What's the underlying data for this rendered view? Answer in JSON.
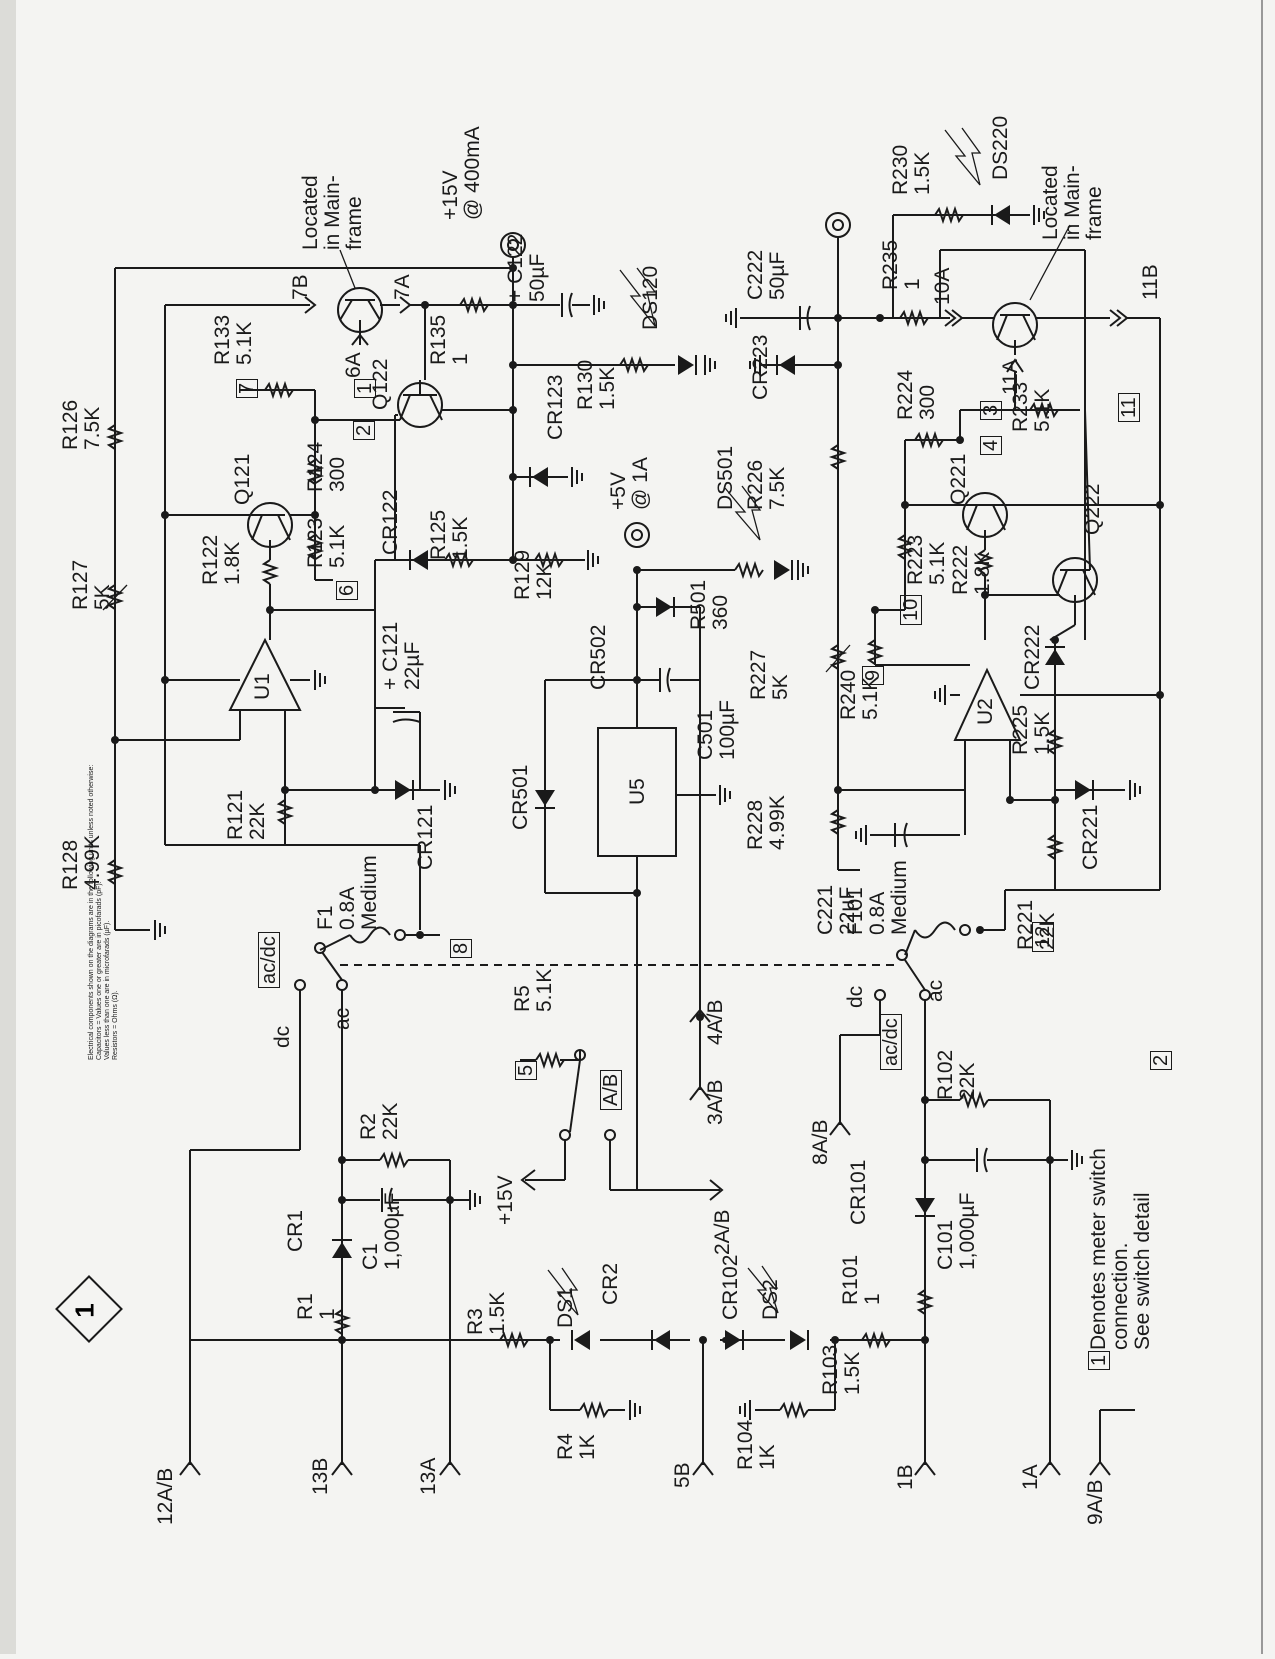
{
  "diagram": {
    "figure_number": "1",
    "notes": [
      "Electrical components shown on the diagrams are in the following units unless noted otherwise:",
      "Capacitors  =  Values one or greater are in picofarads (pF).",
      "Values less than one are in microfarads (µF).",
      "Resistors  =  Ohms (Ω)."
    ],
    "legend": {
      "marker": "1",
      "lines": [
        "Denotes meter switch",
        "connection.",
        "See switch detail"
      ],
      "detail_ref": "2"
    },
    "connectors": [
      "12A/B",
      "13B",
      "13A",
      "5B",
      "1B",
      "1A",
      "9A/B",
      "2A/B",
      "3A/B",
      "4A/B",
      "8A/B",
      "7B",
      "7A",
      "6A",
      "10A",
      "11A",
      "11B"
    ],
    "switch_markers": [
      "1",
      "2",
      "3",
      "4",
      "5",
      "6",
      "7",
      "8",
      "9",
      "10",
      "11",
      "12"
    ],
    "supplies": [
      {
        "voltage": "+15V",
        "current": "@ 400mA"
      },
      {
        "voltage": "+5V",
        "current": "@ 1A"
      }
    ],
    "switch_labels": {
      "acdc_top": "ac/dc",
      "dc_top": "dc",
      "ac_top": "ac",
      "acdc_bottom": "ac/dc",
      "dc_bottom": "dc",
      "ac_bottom": "ac",
      "ab": "A/B",
      "plus15v": "+15V"
    },
    "located_notes": [
      {
        "lines": [
          "Located",
          "in Main-",
          "frame"
        ]
      },
      {
        "lines": [
          "Located",
          "in Main-",
          "frame"
        ]
      }
    ],
    "components": {
      "R1": [
        "R1",
        "1"
      ],
      "R2": [
        "R2",
        "22K"
      ],
      "R3": [
        "R3",
        "1.5K"
      ],
      "R4": [
        "R4",
        "1K"
      ],
      "R5": [
        "R5",
        "5.1K"
      ],
      "R101": [
        "R101",
        "1"
      ],
      "R102": [
        "R102",
        "22K"
      ],
      "R103": [
        "R103",
        "1.5K"
      ],
      "R104": [
        "R104",
        "1K"
      ],
      "R121": [
        "R121",
        "22K"
      ],
      "R122": [
        "R122",
        "1.8K"
      ],
      "R123": [
        "R123",
        "5.1K"
      ],
      "R124": [
        "R124",
        "300"
      ],
      "R125": [
        "R125",
        "1.5K"
      ],
      "R126": [
        "R126",
        "7.5K"
      ],
      "R127": [
        "R127",
        "5K"
      ],
      "R128": [
        "R128",
        "4.99K"
      ],
      "R129": [
        "R129",
        "12K"
      ],
      "R130": [
        "R130",
        "1.5K"
      ],
      "R133": [
        "R133",
        "5.1K"
      ],
      "R135": [
        "R135",
        "1"
      ],
      "R221": [
        "R221",
        "22K"
      ],
      "R222": [
        "R222",
        "1.8K"
      ],
      "R223": [
        "R223",
        "5.1K"
      ],
      "R224": [
        "R224",
        "300"
      ],
      "R225": [
        "R225",
        "1.5K"
      ],
      "R226": [
        "R226",
        "7.5K"
      ],
      "R227": [
        "R227",
        "5K"
      ],
      "R228": [
        "R228",
        "4.99K"
      ],
      "R230": [
        "R230",
        "1.5K"
      ],
      "R233": [
        "R233",
        "5.1K"
      ],
      "R235": [
        "R235",
        "1"
      ],
      "R240": [
        "R240",
        "5.1K"
      ],
      "R501": [
        "R501",
        "360"
      ],
      "C1": [
        "C1",
        "1,000µF"
      ],
      "C101": [
        "C101",
        "1,000µF"
      ],
      "C121": [
        "+ C121",
        "22µF"
      ],
      "C122": [
        "+ C122",
        "50µF"
      ],
      "C221": [
        "C221",
        "22µF"
      ],
      "C222": [
        "C222",
        "50µF"
      ],
      "C501": [
        "C501",
        "100µF"
      ],
      "F1": [
        "F1",
        "0.8A",
        "Medium"
      ],
      "F101": [
        "F101",
        "0.8A",
        "Medium"
      ],
      "CR1": "CR1",
      "CR2": "CR2",
      "CR101": "CR101",
      "CR102": "CR102",
      "CR121": "CR121",
      "CR122": "CR122",
      "CR123": "CR123",
      "CR221": "CR221",
      "CR222": "CR222",
      "CR223": "CR223",
      "CR501": "CR501",
      "CR502": "CR502",
      "DS1": "DS1",
      "DS2": "DS2",
      "DS120": "DS120",
      "DS220": "DS220",
      "DS501": "DS501",
      "Q121": "Q121",
      "Q122": "Q122",
      "Q221": "Q221",
      "Q222": "Q222",
      "U1": "U1",
      "U2": "U2",
      "U5": "U5"
    }
  }
}
